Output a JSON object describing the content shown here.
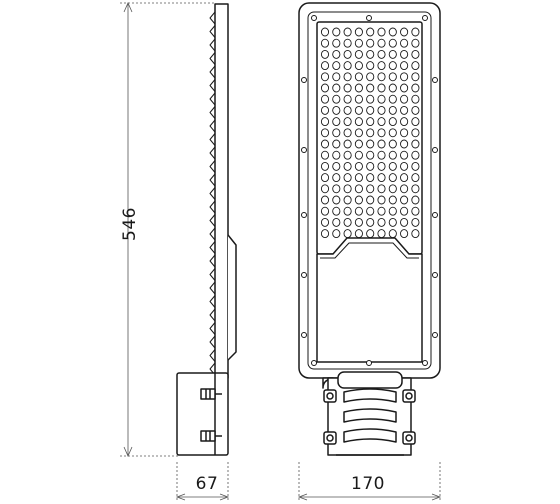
{
  "dimensions": {
    "height": "546",
    "depth": "67",
    "width": "170"
  },
  "colors": {
    "stroke": "#1a1a1a",
    "dim_line": "#555555",
    "background": "#ffffff"
  }
}
